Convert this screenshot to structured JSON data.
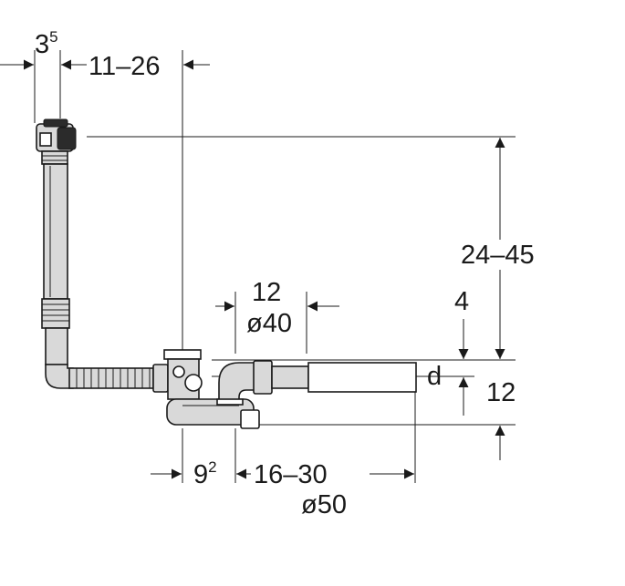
{
  "dimensions": {
    "overflow_offset": {
      "base": "3",
      "sup": "5"
    },
    "overflow_to_outlet": "11–26",
    "height_total": "24–45",
    "offset_4": "4",
    "pipe_40_length": "12",
    "pipe_40_diameter": "ø40",
    "height_12": "12",
    "d_label": "d",
    "outlet_offset": {
      "base": "9",
      "sup": "2"
    },
    "drain_length": "16–30",
    "drain_diameter": "ø50"
  }
}
